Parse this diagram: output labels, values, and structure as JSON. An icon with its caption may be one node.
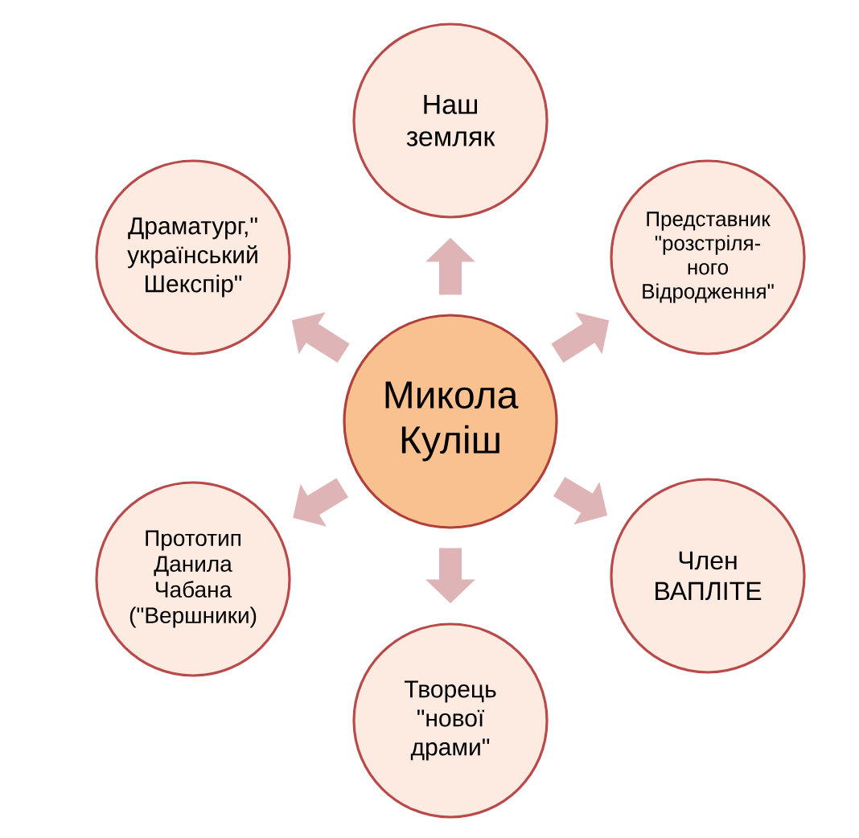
{
  "diagram": {
    "nodes": [
      {
        "text": [
          "Наш земляк"
        ]
      },
      {
        "text": [
          "Драматург,\" український Шекспір\""
        ]
      },
      {
        "text": [
          "Представник \"розстріля-ного Відродження\""
        ]
      },
      {
        "text": [
          "Микола Куліш"
        ]
      },
      {
        "text": [
          "Прототип Данила Чабана (\"Вершники)"
        ]
      },
      {
        "text": [
          "Член ВАПЛІТЕ"
        ]
      },
      {
        "text": [
          "Творець \"нової драми\""
        ]
      }
    ],
    "edges": [
      {
        "from": 3,
        "to": 0,
        "arrow": "to"
      },
      {
        "from": 3,
        "to": 2,
        "arrow": "to"
      },
      {
        "from": 3,
        "to": 5,
        "arrow": "to"
      },
      {
        "from": 3,
        "to": 6,
        "arrow": "to"
      },
      {
        "from": 3,
        "to": 4,
        "arrow": "to"
      },
      {
        "from": 3,
        "to": 1,
        "arrow": "to"
      }
    ]
  }
}
